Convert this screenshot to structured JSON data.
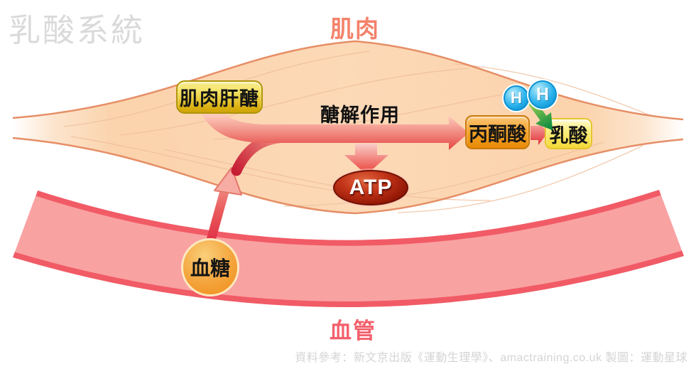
{
  "header": {
    "title": "乳酸系統"
  },
  "muscle": {
    "label": "肌肉",
    "glycogen_label": "肌肉肝醣",
    "glycolysis_label": "醣解作用",
    "pyruvate_label": "丙酮酸",
    "lactate_label": "乳酸",
    "atp_label": "ATP",
    "hydrogen_left": "H",
    "hydrogen_right": "H"
  },
  "vessel": {
    "label": "血管",
    "glucose_label": "血糖"
  },
  "footer": {
    "credit": "資料參考：新文京出版《運動生理學》、amactraining.co.uk 製圖：運動星球"
  },
  "colors": {
    "muscle_fill": "#FBD3AC",
    "muscle_outline": "#E68E66",
    "vessel_fill": "#F9A2A2",
    "vessel_edge": "#F25E68",
    "arrow_red": "#E94F50",
    "glucose_arrow_crimson": "#DE2440",
    "glycogen_gold": "#D9AF0E",
    "pyruvate_orange": "#F5A52E",
    "lactate_yellow": "#F4D937",
    "atp_dark_red": "#8C1403",
    "hydrogen_blue": "#27B1EC",
    "nadh_arrow_green": "#0A8A46",
    "glucose_orange": "#F4A43C",
    "title_gray": "#DADADA",
    "region_label_salmon": "#F4826B"
  }
}
